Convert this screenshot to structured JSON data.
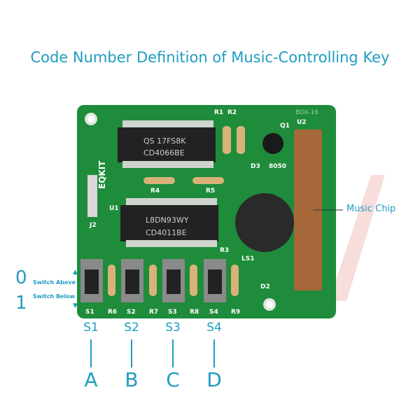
{
  "title": "Code Number Definition of Music-Controlling Key",
  "legend": {
    "zero": "0",
    "zero_text": "Switch Above",
    "one": "1",
    "one_text": "Switch Below"
  },
  "switches": [
    {
      "label": "S1",
      "key": "A"
    },
    {
      "label": "S2",
      "key": "B"
    },
    {
      "label": "S3",
      "key": "C"
    },
    {
      "label": "S4",
      "key": "D"
    }
  ],
  "callout": "Music Chip",
  "board": {
    "brand": "EQKIT",
    "model": "BOX-16",
    "chip1": {
      "line1": "QS 17FS8K",
      "line2": "CD4066BE"
    },
    "chip2": {
      "line1": "L8DN93WY",
      "line2": "CD4011BE"
    },
    "silk": [
      "R1",
      "R2",
      "Q1",
      "U2",
      "D3",
      "8050",
      "R4",
      "R5",
      "J2",
      "R3",
      "D2",
      "S1",
      "R6",
      "S2",
      "R7",
      "S3",
      "R8",
      "S4",
      "R9",
      "U1",
      "LS1"
    ]
  },
  "colors": {
    "accent": "#1f9cc0",
    "pcb": "#1e8c3a"
  }
}
